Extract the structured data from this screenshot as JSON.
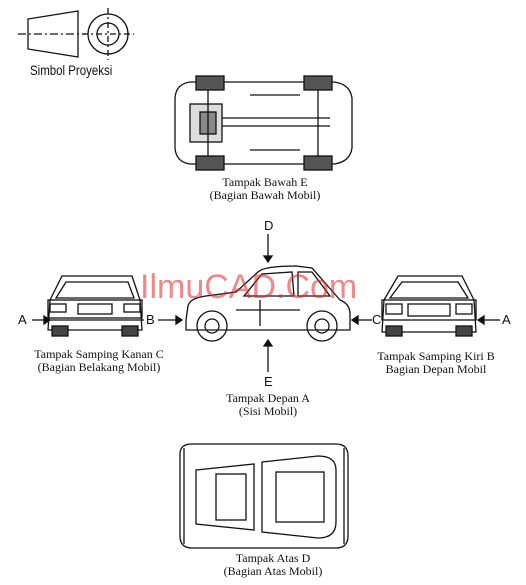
{
  "symbol": {
    "title": "Simbol Proyeksi"
  },
  "views": {
    "bottom": {
      "line1": "Tampak Bawah E",
      "line2": "(Bagian Bawah Mobil)"
    },
    "right_side": {
      "line1": "Tampak Samping Kanan C",
      "line2": "(Bagian Belakang Mobil)"
    },
    "front": {
      "line1": "Tampak Depan A",
      "line2": "(Sisi Mobil)"
    },
    "left_side": {
      "line1": "Tampak Samping Kiri B",
      "line2": "Bagian Depan Mobil"
    },
    "top": {
      "line1": "Tampak Atas D",
      "line2": "(Bagian Atas Mobil)"
    }
  },
  "arrows": {
    "a_left": "A",
    "b": "B",
    "c": "C",
    "a_right": "A",
    "d": "D",
    "e": "E"
  },
  "watermark": "IlmuCAD.Com",
  "colors": {
    "line": "#111111",
    "watermark": "#dc2828"
  }
}
